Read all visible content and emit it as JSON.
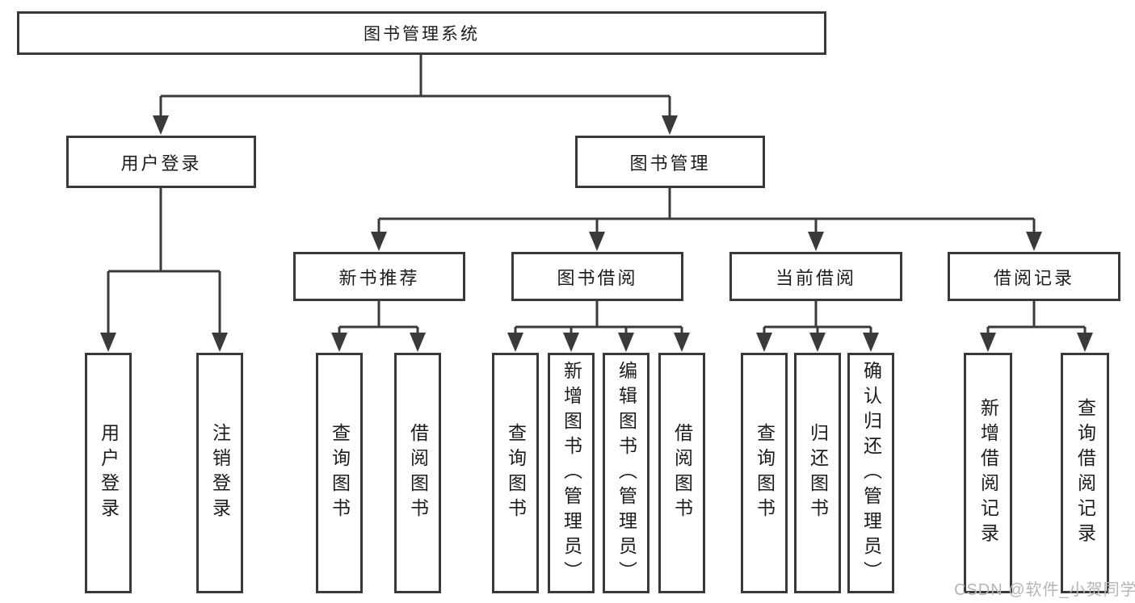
{
  "tree": {
    "root": "图书管理系统",
    "user_login": {
      "label": "用户登录",
      "children": [
        "用户登录",
        "注销登录"
      ]
    },
    "book_mgmt": {
      "label": "图书管理",
      "new_book": {
        "label": "新书推荐",
        "children": [
          "查询图书",
          "借阅图书"
        ]
      },
      "borrow": {
        "label": "图书借阅",
        "children": [
          "查询图书",
          "新增图书（管理员）",
          "编辑图书（管理员）",
          "借阅图书"
        ]
      },
      "current": {
        "label": "当前借阅",
        "children": [
          "查询图书",
          "归还图书",
          "确认归还（管理员）"
        ]
      },
      "records": {
        "label": "借阅记录",
        "children": [
          "新增借阅记录",
          "查询借阅记录"
        ]
      }
    }
  },
  "colors": {
    "line": "#3a3a3a",
    "text": "#1c1c1c",
    "watermark": "#b5b5b5"
  },
  "watermark": "CSDN @软件_小贺同学"
}
